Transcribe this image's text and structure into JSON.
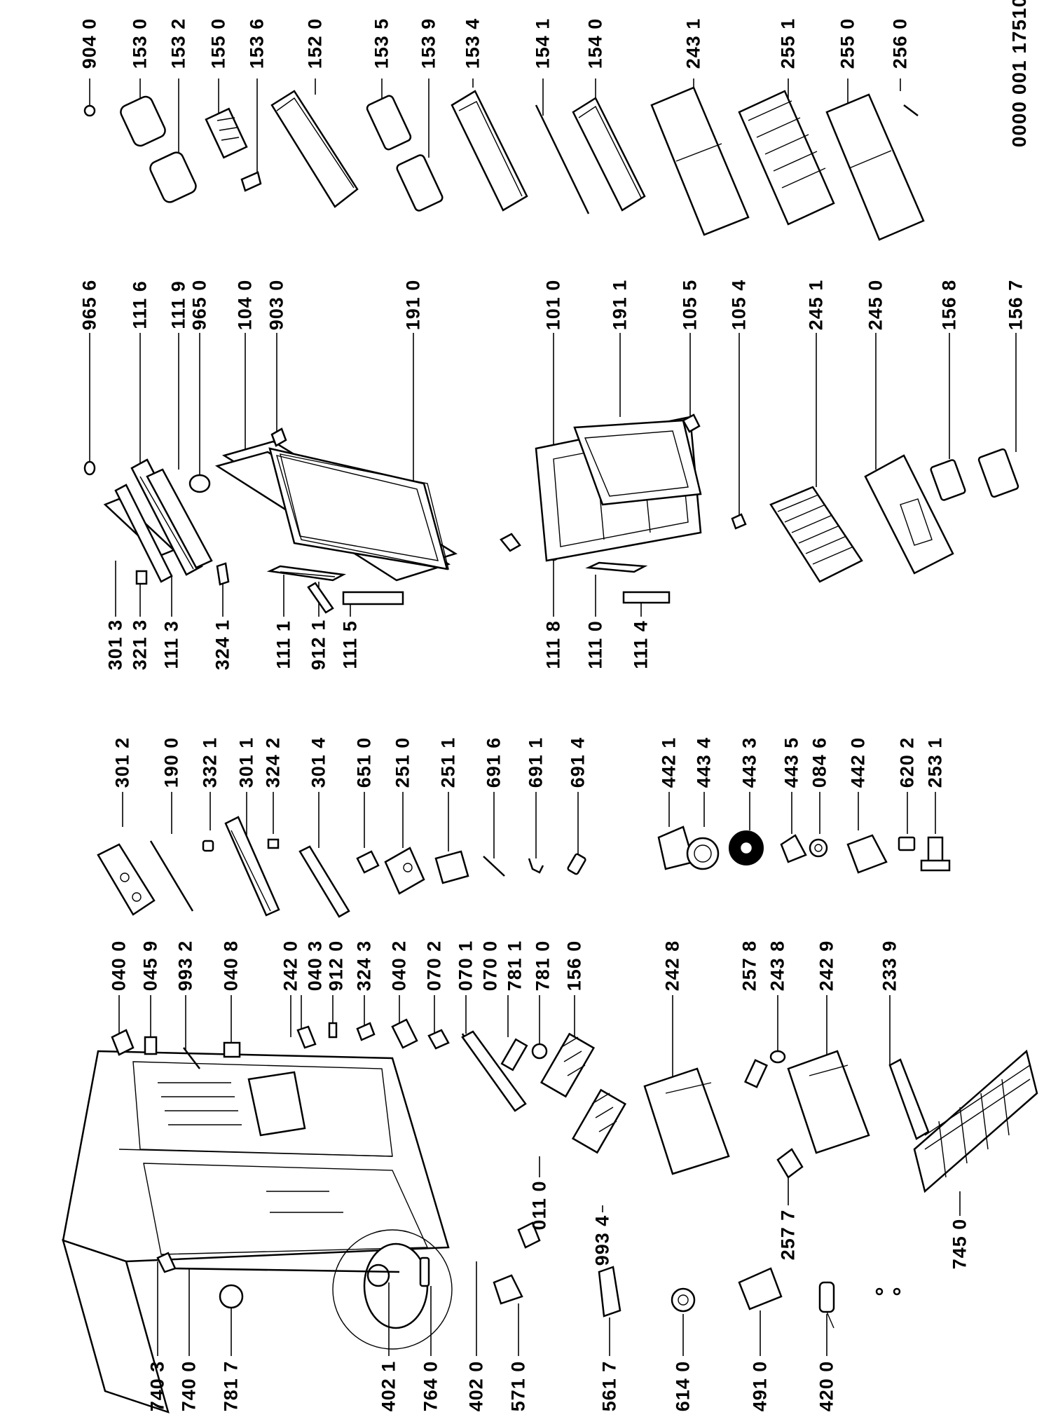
{
  "document_number": "0000 001 17510",
  "labels": {
    "l9040": "904 0",
    "l1530": "153 0",
    "l1532": "153 2",
    "l1550": "155 0",
    "l1536": "153 6",
    "l1520": "152 0",
    "l1535": "153 5",
    "l1539": "153 9",
    "l1534": "153 4",
    "l1541": "154 1",
    "l1540": "154 0",
    "l2431": "243 1",
    "l2551": "255 1",
    "l2550": "255 0",
    "l2560": "256 0",
    "l9656": "965 6",
    "l1116": "111 6",
    "l1119": "111 9",
    "l9650": "965 0",
    "l1040": "104 0",
    "l9030": "903 0",
    "l1910": "191 0",
    "l1010": "101 0",
    "l1911": "191 1",
    "l1055": "105 5",
    "l1054": "105 4",
    "l2451": "245 1",
    "l2450": "245 0",
    "l1568": "156 8",
    "l1567": "156 7",
    "l3013": "301 3",
    "l3213": "321 3",
    "l1113": "111 3",
    "l3241": "324 1",
    "l1111": "111 1",
    "l9121": "912 1",
    "l1115": "111 5",
    "l1118": "111 8",
    "l1110": "111 0",
    "l1114": "111 4",
    "l3012": "301 2",
    "l1900": "190 0",
    "l3321": "332 1",
    "l3011": "301 1",
    "l3242": "324 2",
    "l3014": "301 4",
    "l6510": "651 0",
    "l2510": "251 0",
    "l2511": "251 1",
    "l6916": "691 6",
    "l6911": "691 1",
    "l6914": "691 4",
    "l4421": "442 1",
    "l4434": "443 4",
    "l4433": "443 3",
    "l4435": "443 5",
    "l0846": "084 6",
    "l4420": "442 0",
    "l6202": "620 2",
    "l2531": "253 1",
    "l0400": "040 0",
    "l0459": "045 9",
    "l9932": "993 2",
    "l0408": "040 8",
    "l2420": "242 0",
    "l0403": "040 3",
    "l9120": "912 0",
    "l3243": "324 3",
    "l0402": "040 2",
    "l0702": "070 2",
    "l0701": "070 1",
    "l0700": "070 0",
    "l7811": "781 1",
    "l7810": "781 0",
    "l1560": "156 0",
    "l2428": "242 8",
    "l2578": "257 8",
    "l2438": "243 8",
    "l2429": "242 9",
    "l2339": "233 9",
    "l7403": "740 3",
    "l7400": "740 0",
    "l7817": "781 7",
    "l4021": "402 1",
    "l7640": "764 0",
    "l4020": "402 0",
    "l5710": "571 0",
    "l5617": "561 7",
    "l6140": "614 0",
    "l4910": "491 0",
    "l4200": "420 0",
    "l0110": "011 0",
    "l9934": "993 4",
    "l2577": "257 7",
    "l7450": "745 0"
  }
}
